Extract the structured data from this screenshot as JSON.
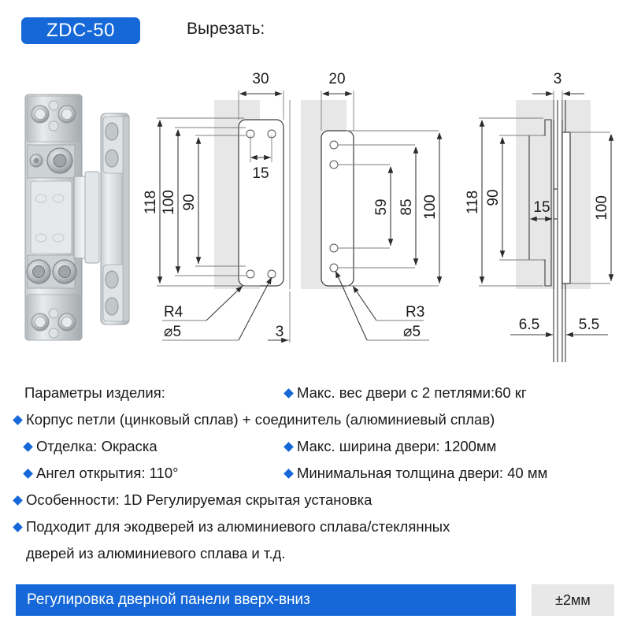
{
  "header": {
    "model_badge": "ZDC-50",
    "badge_color": "#1668d8",
    "cut_label": "Вырезать:"
  },
  "product_photo": {
    "alt_name": "concealed-hinge-photo",
    "description": "Скрытая петля ZDC-50"
  },
  "drawings": [
    {
      "id": "front-cutout",
      "dims": {
        "width_top": "30",
        "hole_spacing": "15",
        "overall_height": "118",
        "height_100": "100",
        "height_90": "90",
        "radius": "R4",
        "hole_dia": "⌀5",
        "edge": "3"
      }
    },
    {
      "id": "side-cutout",
      "dims": {
        "width_top": "20",
        "height_59": "59",
        "height_85": "85",
        "height_100": "100",
        "radius": "R3",
        "hole_dia": "⌀5"
      }
    },
    {
      "id": "section-profile",
      "dims": {
        "gap_top": "3",
        "overall_height": "118",
        "height_90": "90",
        "height_100": "100",
        "width_15": "15",
        "left_depth": "6.5",
        "right_depth": "5.5"
      }
    }
  ],
  "specs": {
    "title": "Параметры изделия:",
    "rows": [
      {
        "left": {
          "text": "Параметры изделия:",
          "bullet": false
        },
        "right": {
          "text": "Макс. вес двери с 2 петлями:60 кг",
          "bullet": true
        }
      },
      {
        "full": {
          "text": "Корпус петли (цинковый сплав) + соединитель (алюминиевый сплав)",
          "bullet": true
        }
      },
      {
        "left": {
          "text": "Отделка: Окраска",
          "bullet": true
        },
        "right": {
          "text": "Макс. ширина двери: 1200мм",
          "bullet": true
        }
      },
      {
        "left": {
          "text": "Ангел открытия: 110°",
          "bullet": true
        },
        "right": {
          "text": "Минимальная толщина двери: 40 мм",
          "bullet": true
        }
      },
      {
        "full": {
          "text": "Особенности: 1D Регулируемая скрытая установка",
          "bullet": true
        }
      },
      {
        "full": {
          "text": "Подходит для экодверей из алюминиевого сплава/стеклянных",
          "bullet": true
        }
      },
      {
        "full": {
          "text": "дверей из алюминиевого сплава и т.д.",
          "bullet": false
        }
      }
    ]
  },
  "footer": {
    "label": "Регулировка дверной панели вверх-вниз",
    "value": "±2мм",
    "bar_color": "#1668d8",
    "value_bg": "#e8e8e8"
  }
}
